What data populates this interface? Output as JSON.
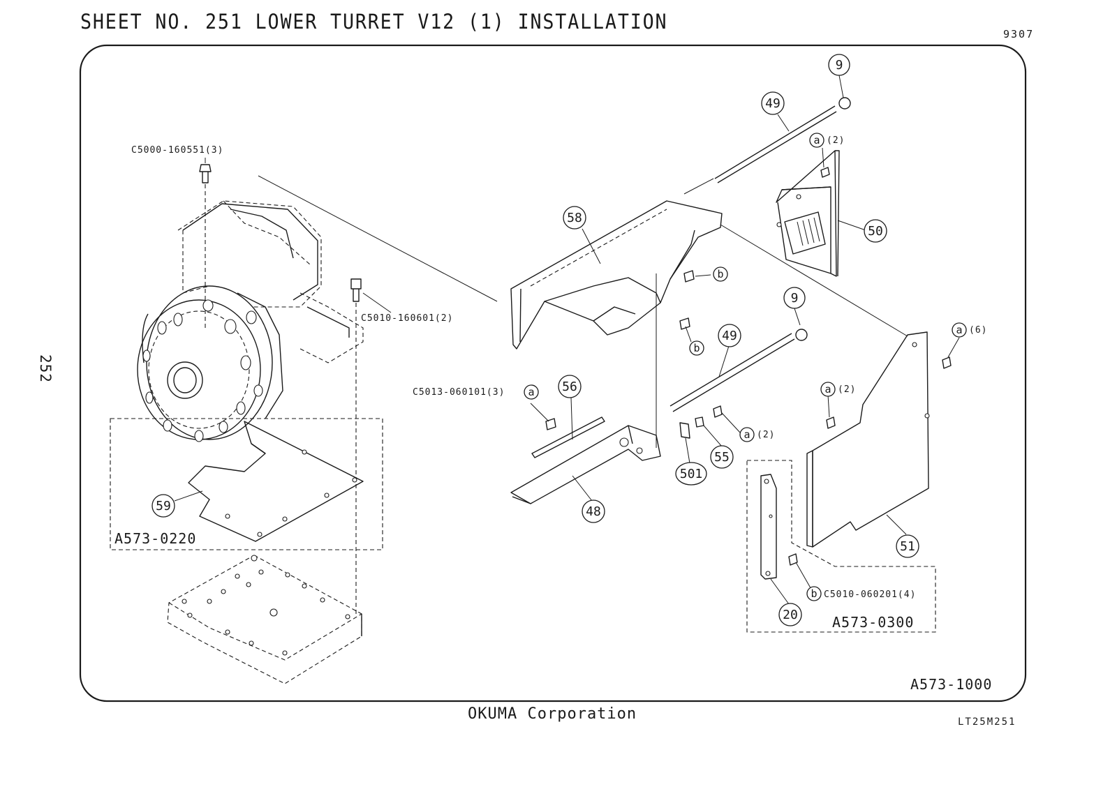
{
  "header": {
    "title": "SHEET NO. 251  LOWER TURRET V12 (1) INSTALLATION",
    "doc_number": "9307",
    "page_number": "252"
  },
  "footer": {
    "company": "OKUMA Corporation",
    "sheet_code": "LT25M251"
  },
  "assemblies": {
    "main": "A573-1000",
    "plate_group": "A573-0220",
    "cover_group": "A573-0300"
  },
  "part_codes": {
    "bolt_top": "C5000-160551(3)",
    "bolt_mid": "C5010-160601(2)",
    "screw_a": "C5013-060101(3)",
    "screw_b": "C5010-060201(4)"
  },
  "callouts": {
    "p9_top": "9",
    "p49_top": "49",
    "p58": "58",
    "p50": "50",
    "p9_mid": "9",
    "p49_mid": "49",
    "p56": "56",
    "p48": "48",
    "p501": "501",
    "p55": "55",
    "p51": "51",
    "p20": "20",
    "p59": "59",
    "a_label": "a",
    "b_label": "b",
    "qty_a1": "(2)",
    "qty_a2": "(6)",
    "qty_a3": "(2)",
    "qty_a4": "(2)"
  }
}
